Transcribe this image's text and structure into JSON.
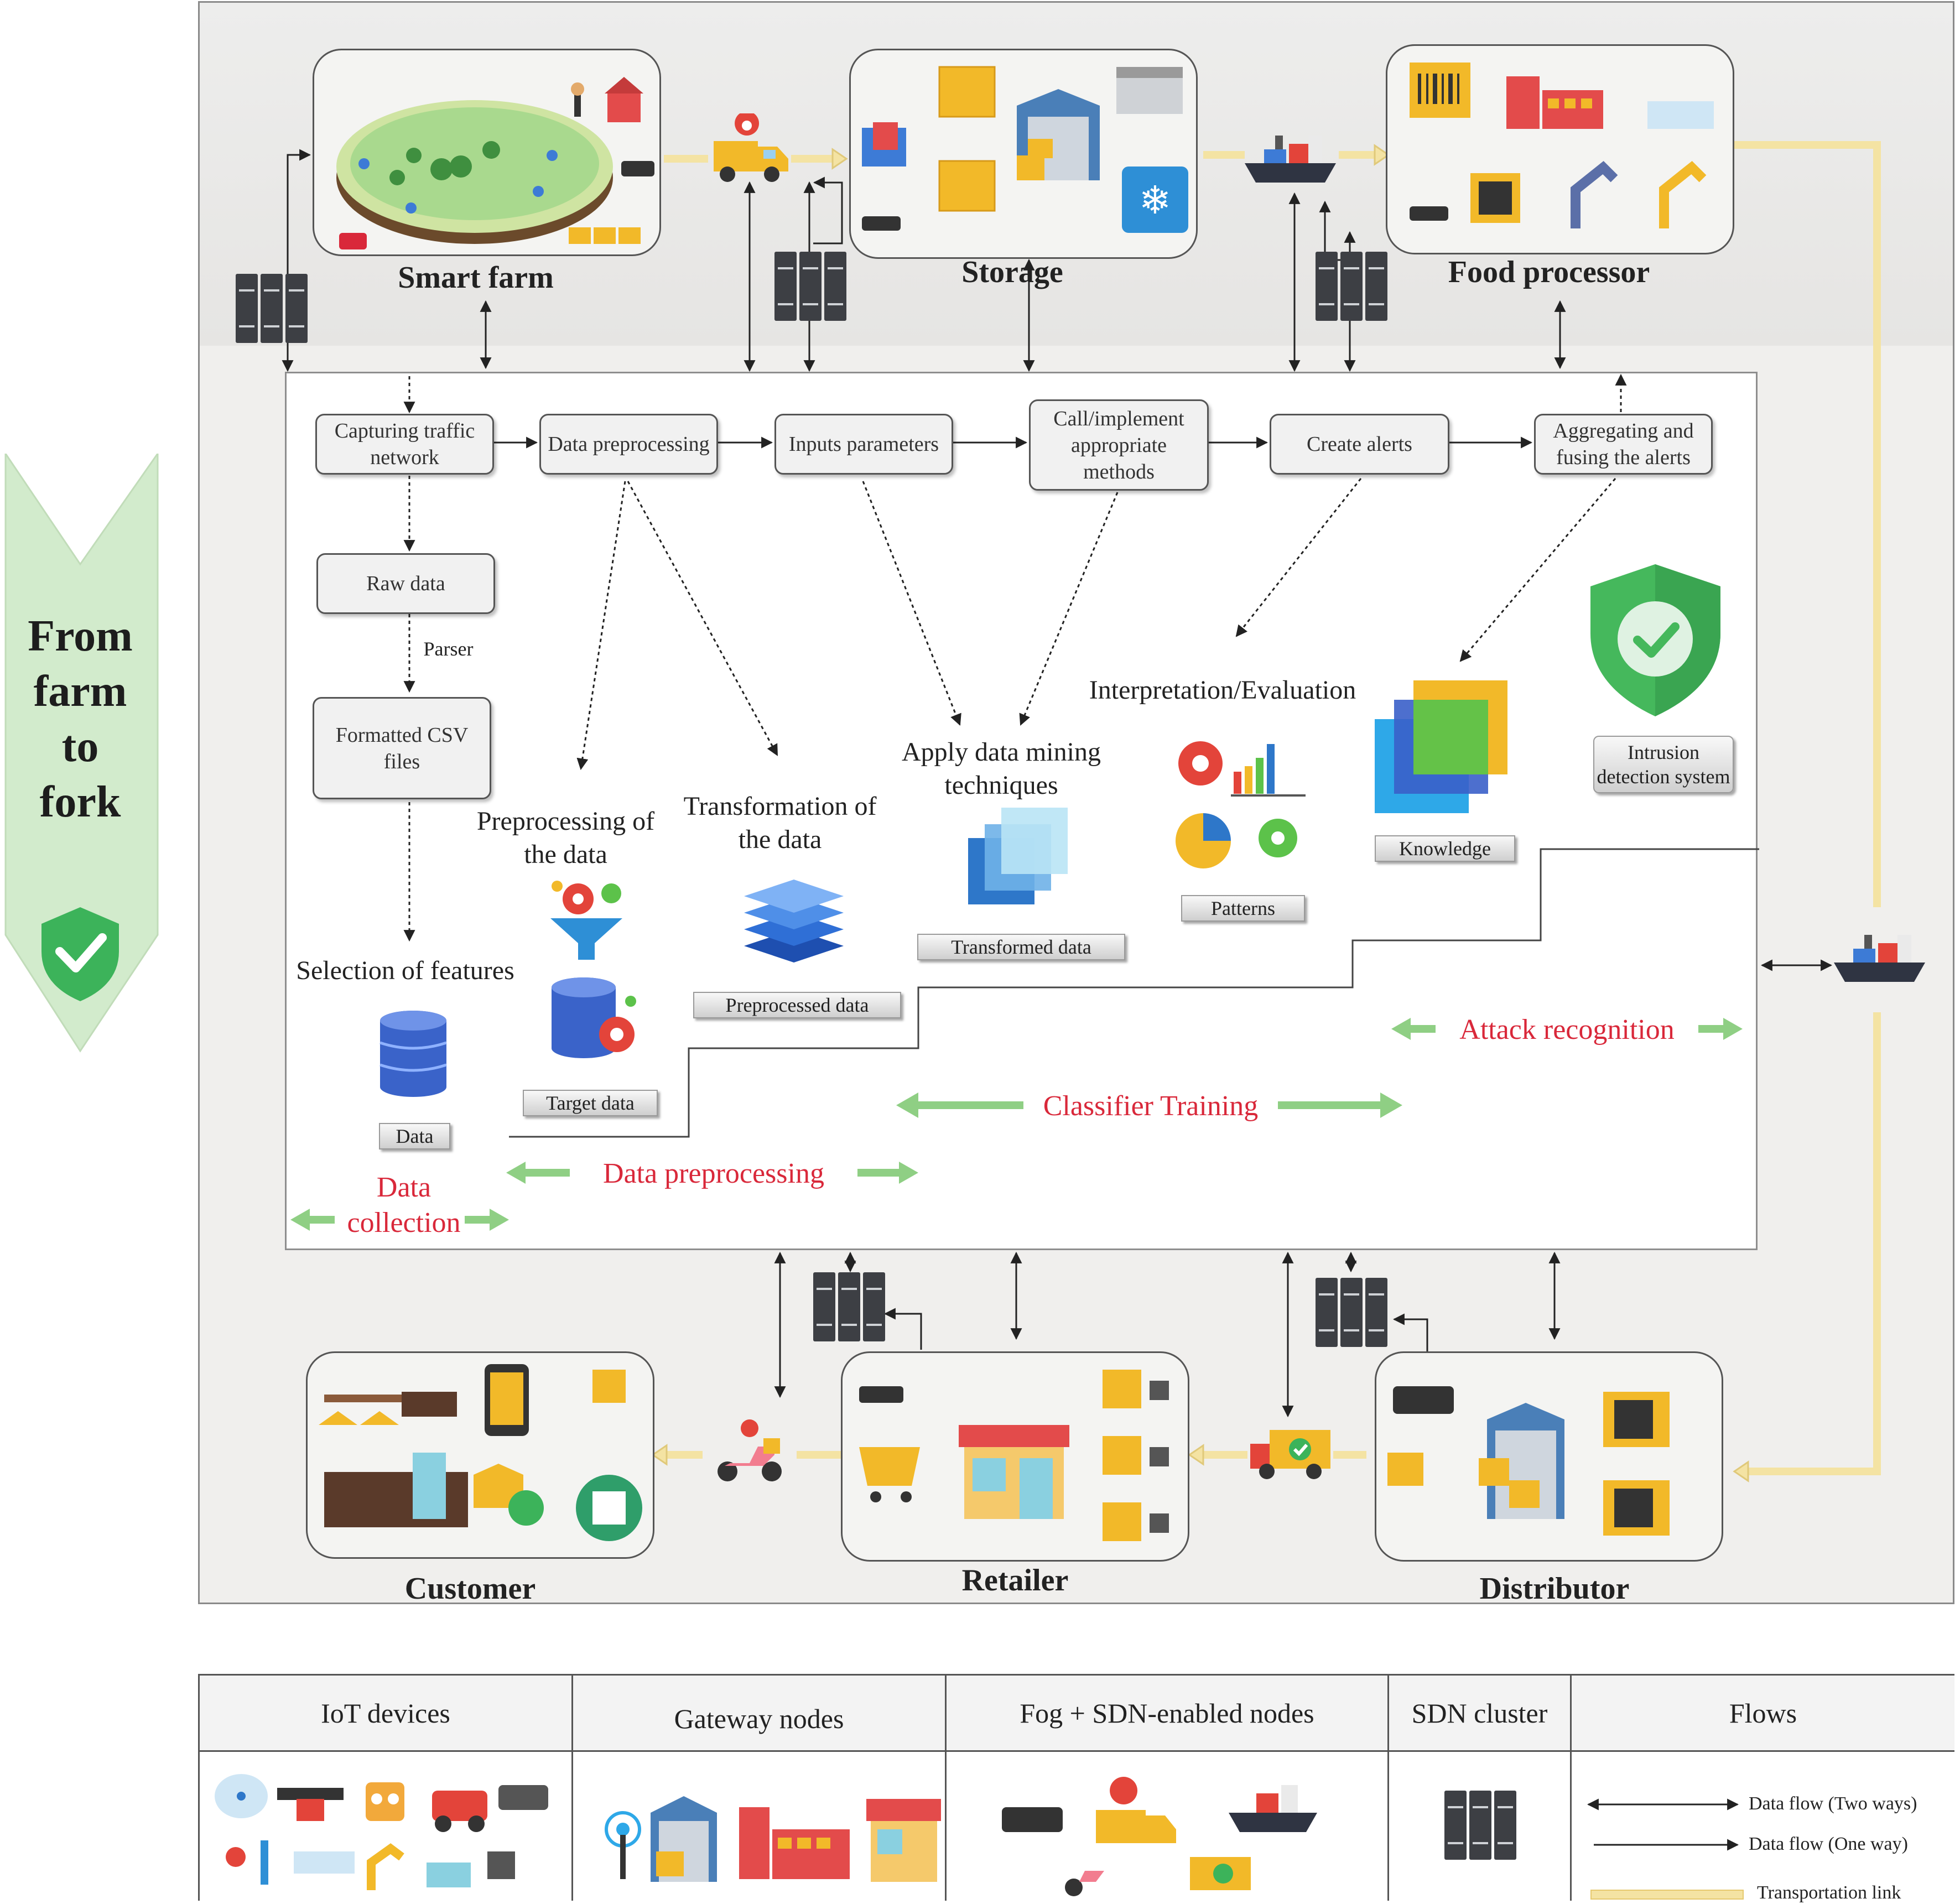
{
  "banner": {
    "lines": [
      "From",
      "farm",
      "to",
      "fork"
    ]
  },
  "stages": {
    "smart_farm": "Smart farm",
    "storage": "Storage",
    "food_processor": "Food processor",
    "customer": "Customer",
    "retailer": "Retailer",
    "distributor": "Distributor"
  },
  "process": {
    "capturing": "Capturing traffic network",
    "data_preprocessing": "Data preprocessing",
    "inputs": "Inputs parameters",
    "call": "Call/implement appropriate methods",
    "alerts": "Create alerts",
    "aggregating": "Aggregating and fusing the alerts",
    "raw": "Raw data",
    "parser": "Parser",
    "csv": "Formatted CSV files"
  },
  "steps": {
    "selection": "Selection of features",
    "preprocessing_of": "Preprocessing of the data",
    "transformation_of": "Transformation of the data",
    "apply_mining": "Apply data mining techniques",
    "interpretation": "Interpretation/Evaluation"
  },
  "tags": {
    "data": "Data",
    "target": "Target data",
    "preprocessed": "Preprocessed data",
    "transformed": "Transformed data",
    "patterns": "Patterns",
    "knowledge": "Knowledge",
    "ids": "Intrusion detection system"
  },
  "phases": {
    "collection": "Data collection",
    "preprocessing": "Data preprocessing",
    "training": "Classifier Training",
    "recognition": "Attack recognition"
  },
  "legend": {
    "iot": "IoT devices",
    "gateway": "Gateway nodes",
    "fog": "Fog + SDN-enabled nodes",
    "sdn": "SDN cluster",
    "flows": "Flows",
    "two_way": "Data flow (Two ways)",
    "one_way": "Data flow (One way)",
    "transport": "Transportation link"
  },
  "colors": {
    "phase_red": "#d9283a",
    "phase_arrow_green": "#8fcf84",
    "transport_yellow": "#f4e3a3",
    "banner_green": "#d2ebcc",
    "shield_green": "#3cb35a"
  }
}
